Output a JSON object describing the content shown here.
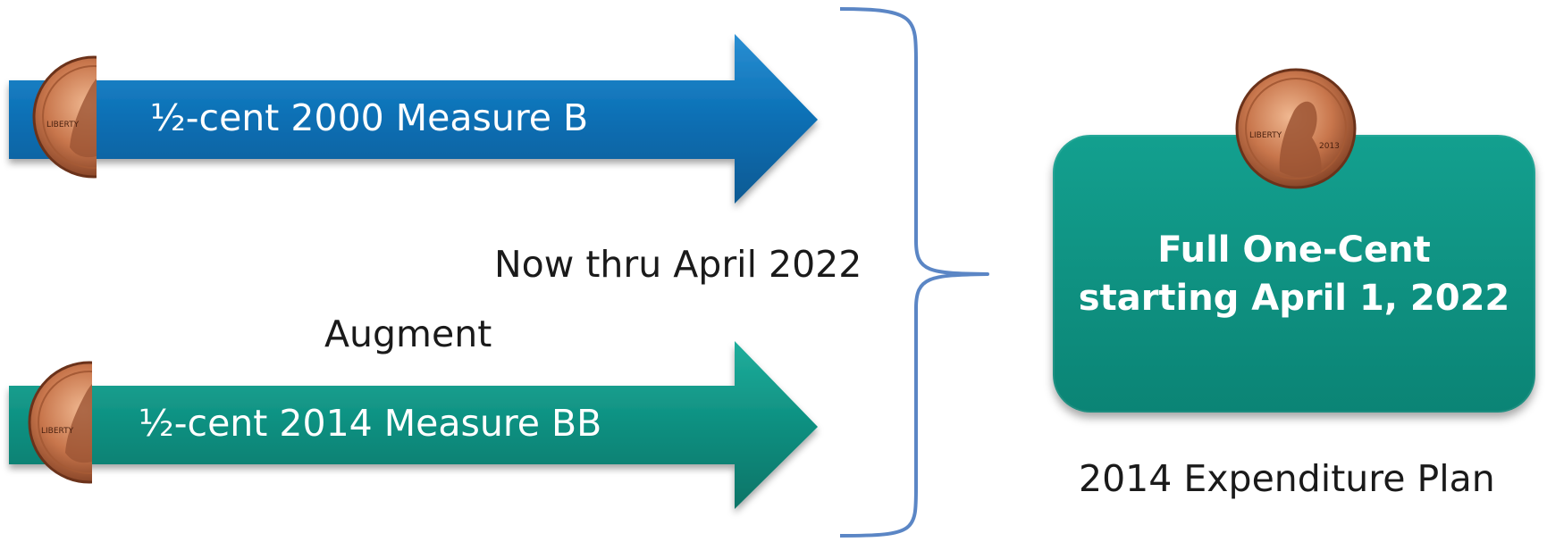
{
  "arrows": [
    {
      "label": "½-cent 2000 Measure B",
      "color": "#0a6fb4"
    },
    {
      "label": "½-cent 2014 Measure BB",
      "color": "#0e8f80"
    }
  ],
  "now_label": "Now thru April 2022",
  "augment_label": "Augment",
  "result_box": {
    "line1": "Full One-Cent",
    "line2": "starting April 1, 2022",
    "color": "#0e8f80"
  },
  "caption": "2014 Expenditure Plan",
  "brace_color": "#5b86c5",
  "icons": [
    "penny-icon"
  ]
}
